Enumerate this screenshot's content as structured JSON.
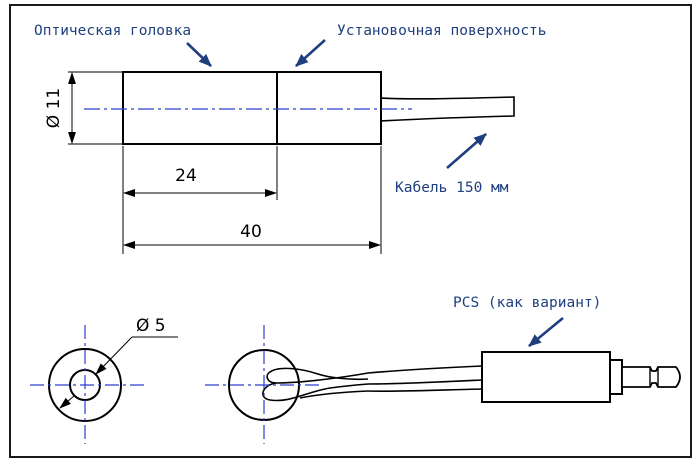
{
  "labels": {
    "optical_head": "Оптическая головка",
    "mounting_surface": "Установочная поверхность",
    "cable": "Кабель 150 мм",
    "pcs": "PCS (как вариант)"
  },
  "dimensions": {
    "diameter_body": "Ø 11",
    "length_head": "24",
    "length_total": "40",
    "diameter_hole": "Ø 5"
  },
  "colors": {
    "frame": "#1a1a1a",
    "drawing": "#000000",
    "annotation": "#1f3f7f",
    "centerline": "#2b3fcf"
  }
}
